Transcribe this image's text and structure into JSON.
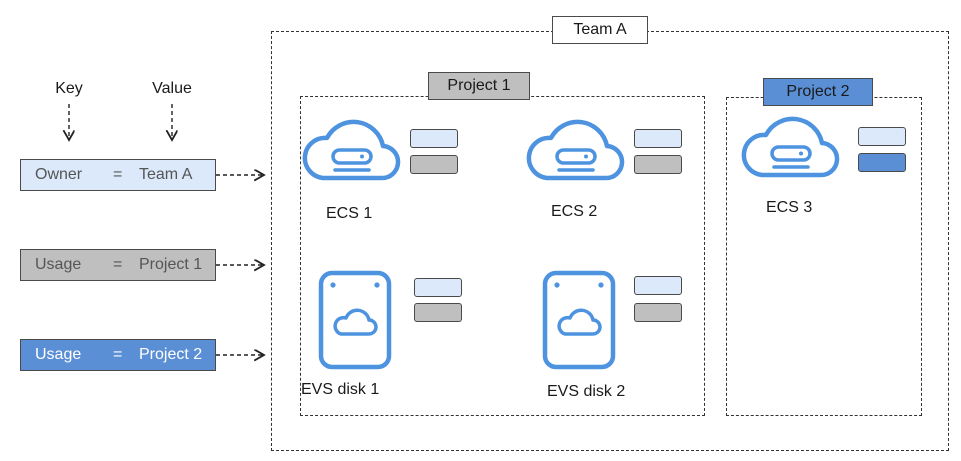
{
  "headers": {
    "key": "Key",
    "value": "Value"
  },
  "tags": [
    {
      "key": "Owner",
      "eq": "=",
      "value": "Team A"
    },
    {
      "key": "Usage",
      "eq": "=",
      "value": "Project 1"
    },
    {
      "key": "Usage",
      "eq": "=",
      "value": "Project 2"
    }
  ],
  "team": {
    "label": "Team A"
  },
  "project1": {
    "label": "Project 1"
  },
  "project2": {
    "label": "Project 2"
  },
  "resources": {
    "ecs1": "ECS 1",
    "ecs2": "ECS 2",
    "ecs3": "ECS 3",
    "evs1": "EVS disk 1",
    "evs2": "EVS disk 2"
  },
  "colors": {
    "owner_tag": "#dbe9fb",
    "project1_tag": "#bfbfbf",
    "project2_tag": "#5b8fd5",
    "icon_blue": "#4d93e0"
  },
  "icons": {
    "ecs": "cloud-server-icon",
    "evs": "cloud-disk-icon"
  }
}
